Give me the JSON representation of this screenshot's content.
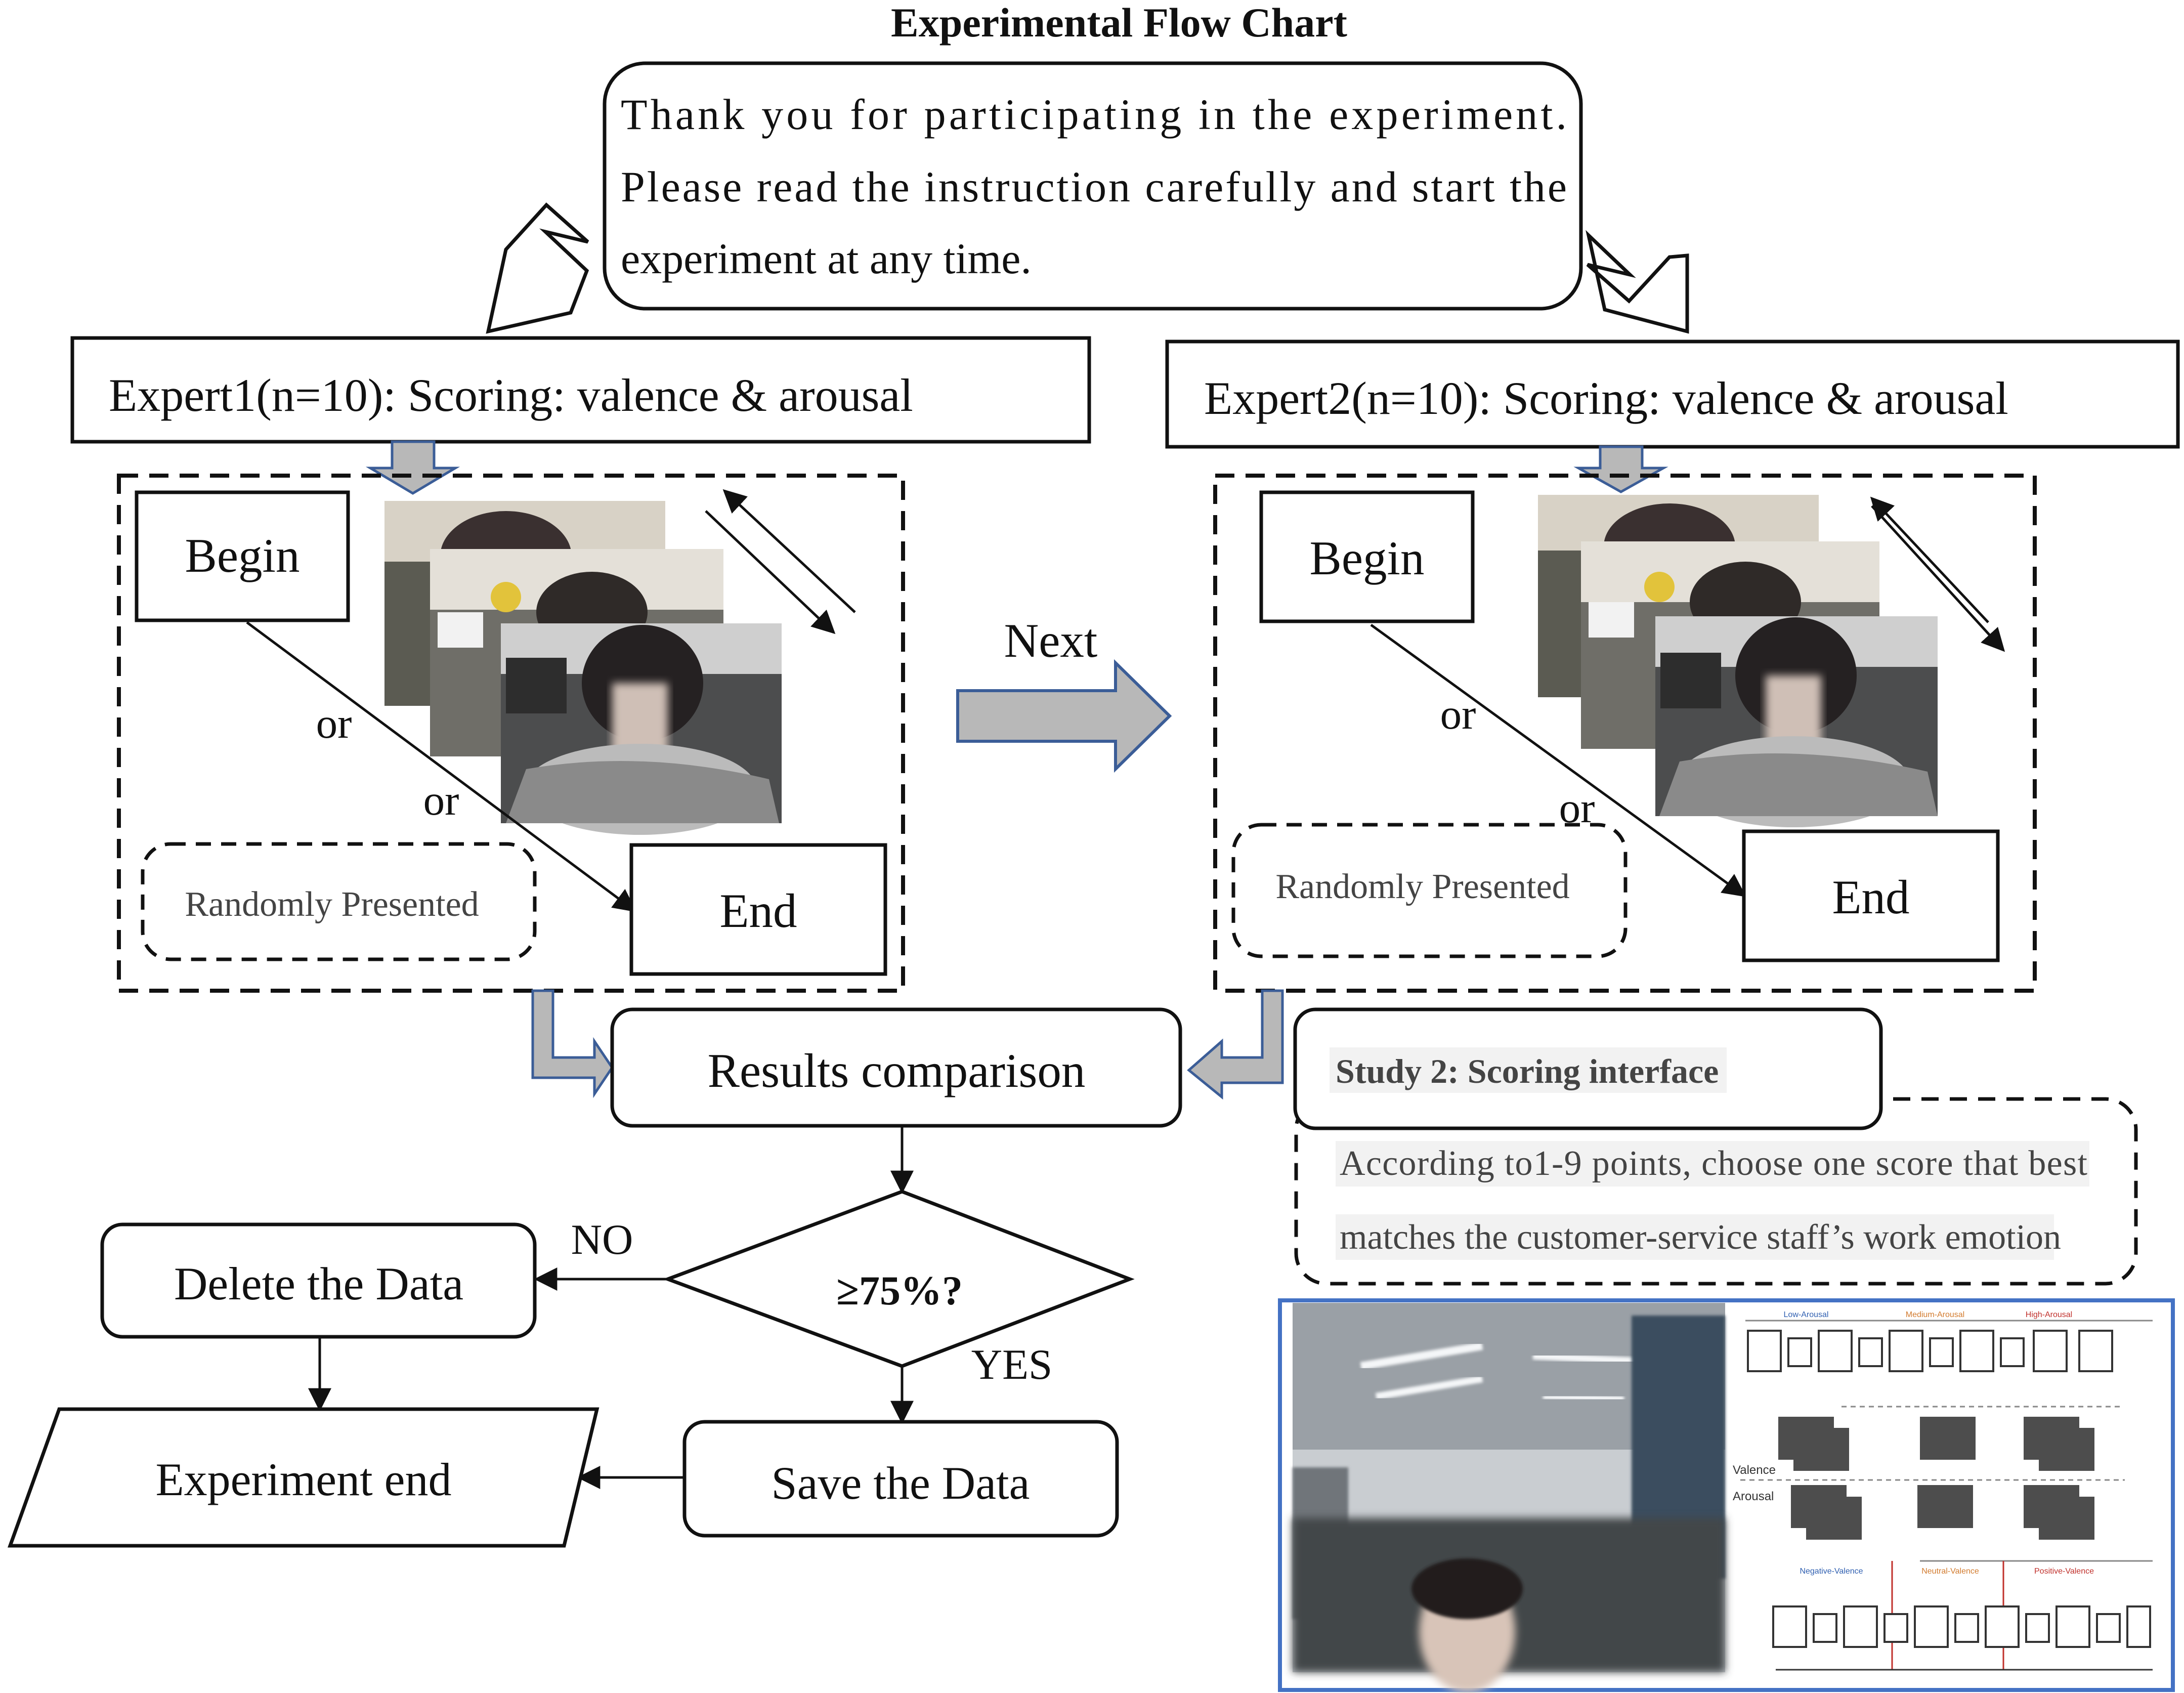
{
  "title": "Experimental Flow Chart",
  "intro": {
    "lines": [
      "Thank you for participating in the experiment.",
      "Please read the instruction carefully and start the",
      "experiment at any time."
    ]
  },
  "experts": [
    {
      "header": "Expert1(n=10): Scoring: valence & arousal",
      "begin": "Begin",
      "end": "End",
      "or_labels": [
        "or",
        "or"
      ],
      "random_label": "Randomly Presented"
    },
    {
      "header": "Expert2(n=10): Scoring: valence & arousal",
      "begin": "Begin",
      "end": "End",
      "or_labels": [
        "or",
        "or"
      ],
      "random_label": "Randomly Presented"
    }
  ],
  "next_label": "Next",
  "results": "Results comparison",
  "decision": "≥75%?",
  "no_label": "NO",
  "yes_label": "YES",
  "delete_data": "Delete the Data",
  "save_data": "Save the Data",
  "experiment_end": "Experiment end",
  "study": {
    "title": "Study 2: Scoring interface",
    "lines": [
      "According to1-9 points, choose one score that best",
      "matches the customer-service staff’s work emotion"
    ]
  },
  "interface": {
    "arousal_headers": [
      "Low-Arousal",
      "Medium-Arousal",
      "High-Arousal"
    ],
    "valence_headers": [
      "Negative-Valence",
      "Neutral-Valence",
      "Positive-Valence"
    ],
    "side_labels": [
      "Valence",
      "Arousal"
    ]
  },
  "colors": {
    "arrow_fill": "#b8b8b8",
    "arrow_stroke": "#3b5d97",
    "panel_border": "#4472c4",
    "line": "#111111"
  }
}
